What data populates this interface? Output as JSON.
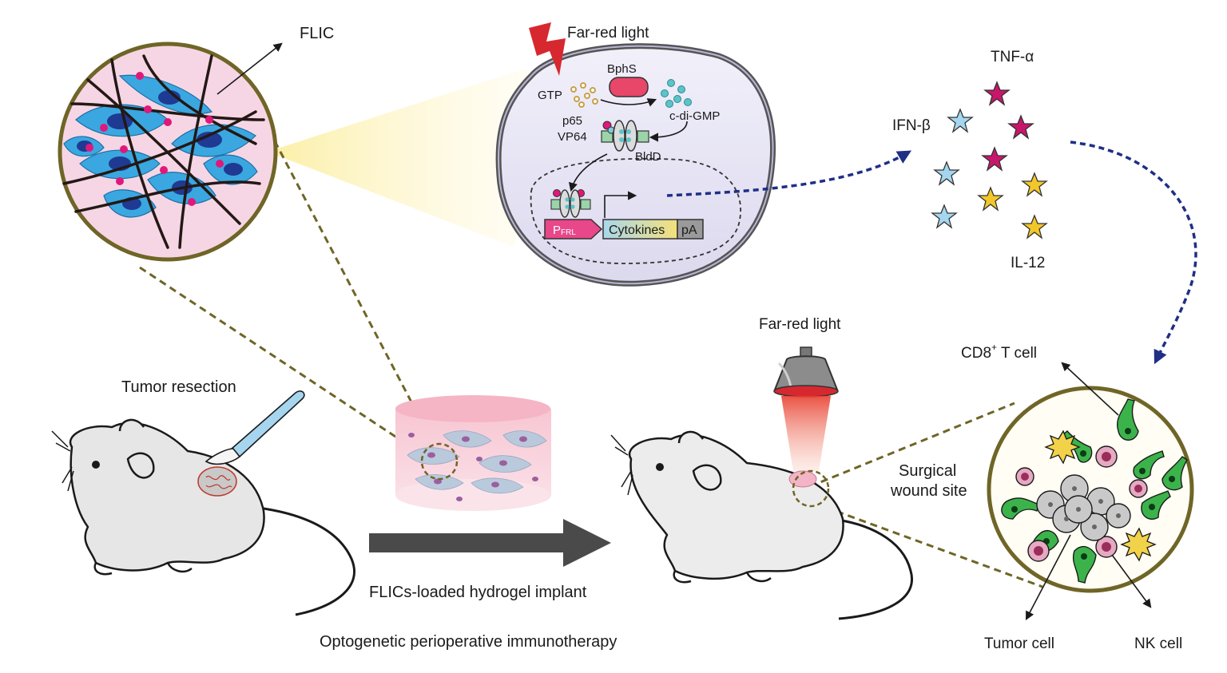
{
  "labels": {
    "flic": "FLIC",
    "far_red_light_top": "Far-red light",
    "bphs": "BphS",
    "gtp": "GTP",
    "c_di_gmp": "c-di-GMP",
    "p65": "p65",
    "vp64": "VP64",
    "bldd": "BldD",
    "promoter_main": "P",
    "promoter_sub": "FRL",
    "cytokines": "Cytokines",
    "pa": "pA",
    "tnf_alpha": "TNF-α",
    "ifn_beta": "IFN-β",
    "il12": "IL-12",
    "far_red_light_bottom": "Far-red light",
    "cd8_prefix": "CD8",
    "cd8_sup": "+",
    "cd8_suffix": " T cell",
    "tumor_resection": "Tumor resection",
    "surgical_wound_line1": "Surgical",
    "surgical_wound_line2": "wound site",
    "flics_hydrogel": "FLICs-loaded hydrogel implant",
    "caption": "Optogenetic perioperative immunotherapy",
    "tumor_cell": "Tumor cell",
    "nk_cell": "NK cell"
  },
  "colors": {
    "far_red_bolt": "#d7282f",
    "bphs": "#e8476a",
    "gtp_dots": "#c9a04a",
    "c_di_gmp_dots": "#5ec3c8",
    "promoter_box": "#e8478a",
    "cytokines_box": "#a9d7ec",
    "pa_box": "#9a9a9a",
    "tnf_star": "#c8176b",
    "ifn_star": "#a6d6ef",
    "il12_star": "#f2c72a",
    "dashed_arrow": "#1f2f86",
    "zoom_lines": "#6f6526",
    "big_arrow": "#4a4a4a",
    "scaffold_circle": "#f6d6e4",
    "cell_membrane": "#5a55a0",
    "t_cell": "#3bb34a",
    "tumor_cells": "#c9c9c9",
    "nk_cells": "#e6a9c2",
    "dc_cells": "#f2d248"
  }
}
